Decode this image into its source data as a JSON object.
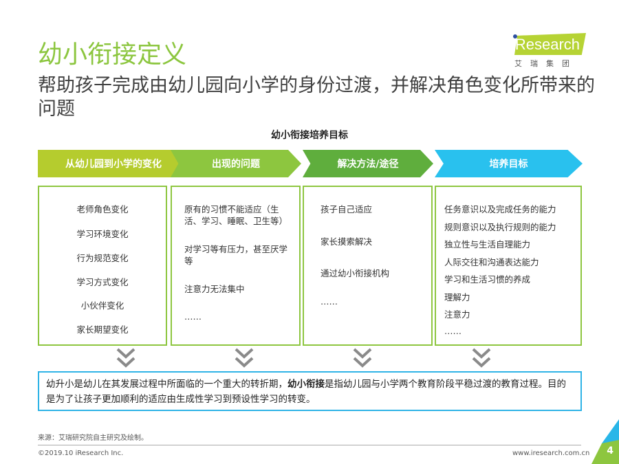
{
  "title": "幼小衔接定义",
  "subtitle": "帮助孩子完成由幼儿园向小学的身份过渡，并解决角色变化所带来的问题",
  "logo": {
    "text": "iResearch",
    "cn": "艾瑞集团"
  },
  "diagram_title": "幼小衔接培养目标",
  "columns": [
    {
      "header": "从幼儿园到小学的变化",
      "color": "#b5cc2e",
      "items": [
        "老师角色变化",
        "学习环境变化",
        "行为规范变化",
        "学习方式变化",
        "小伙伴变化",
        "家长期望变化"
      ]
    },
    {
      "header": "出现的问题",
      "color": "#8dc63f",
      "items": [
        "原有的习惯不能适应（生活、学习、睡眠、卫生等）",
        "对学习等有压力，甚至厌学等",
        "注意力无法集中",
        "……"
      ]
    },
    {
      "header": "解决方法/途径",
      "color": "#5fae3d",
      "items": [
        "孩子自己适应",
        "家长摸索解决",
        "通过幼小衔接机构",
        "……"
      ]
    },
    {
      "header": "培养目标",
      "color": "#29c1ee",
      "items": [
        "任务意识以及完成任务的能力",
        "规则意识以及执行规则的能力",
        "独立性与生活自理能力",
        "人际交往和沟通表达能力",
        "学习和生活习惯的养成",
        "理解力",
        "注意力",
        "……"
      ]
    }
  ],
  "definition": {
    "part1": "幼升小是幼儿在其发展过程中所面临的一个重大的转折期，",
    "bold": "幼小衔接",
    "part2": "是指幼儿园与小学两个教育阶段平稳过渡的教育过程。目的是为了让孩子更加顺利的适应由生成性学习到预设性学习的转变。"
  },
  "footer": {
    "source": "来源：艾瑞研究院自主研究及绘制。",
    "copyright": "©2019.10 iResearch Inc.",
    "url": "www.iresearch.com.cn",
    "page": "4"
  }
}
